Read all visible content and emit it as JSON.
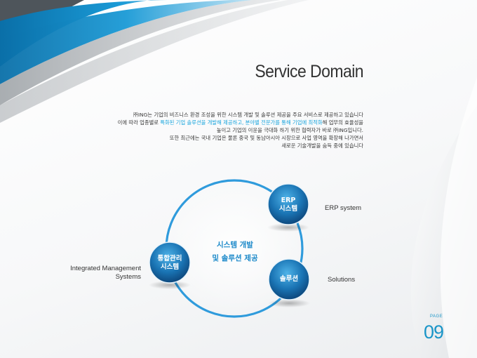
{
  "title": "Service Domain",
  "description": {
    "line1": "㈜ING는 기업의 비즈니스 환경 조성을 위한 시스템 개발 및 솔루션 제공을 주요 서비스로 제공하고 있습니다",
    "line2_pre": "이에 따라 업종별로 ",
    "line2_hl1": "특화된 기업 솔루션을 개발해 제공하고, 분야별 전문가를 통해 기업에 최적화",
    "line2_post": "해 업무의 효율성을",
    "line3": "높이고 기업의 이윤을 극대화 하기 위한 협력자가 바로 ㈜ING입니다.",
    "line4": "또한 최근에는 국내 기업은 물론 중국 및 동남아시아 시장으로 사업 영역을 확장해 나가면서",
    "line5": "새로운 기술개발을 숨득 중에 있습니다"
  },
  "diagram": {
    "center_line1": "시스템 개발",
    "center_line2": "및 솔루션 제공",
    "nodes": {
      "erp": {
        "line1": "ERP",
        "line2": "시스템",
        "label": "ERP system"
      },
      "integrated": {
        "line1": "통합관리",
        "line2": "시스템",
        "label_line1": "Integrated Management",
        "label_line2": "Systems"
      },
      "solution": {
        "line1": "솔루션",
        "label": "Solutions"
      }
    }
  },
  "page": {
    "label": "PAGE",
    "number": "09"
  },
  "colors": {
    "accent": "#1a95c8",
    "node_dark": "#0d4f86",
    "node_light": "#3ba6df",
    "ring": "#2f9bdc"
  }
}
